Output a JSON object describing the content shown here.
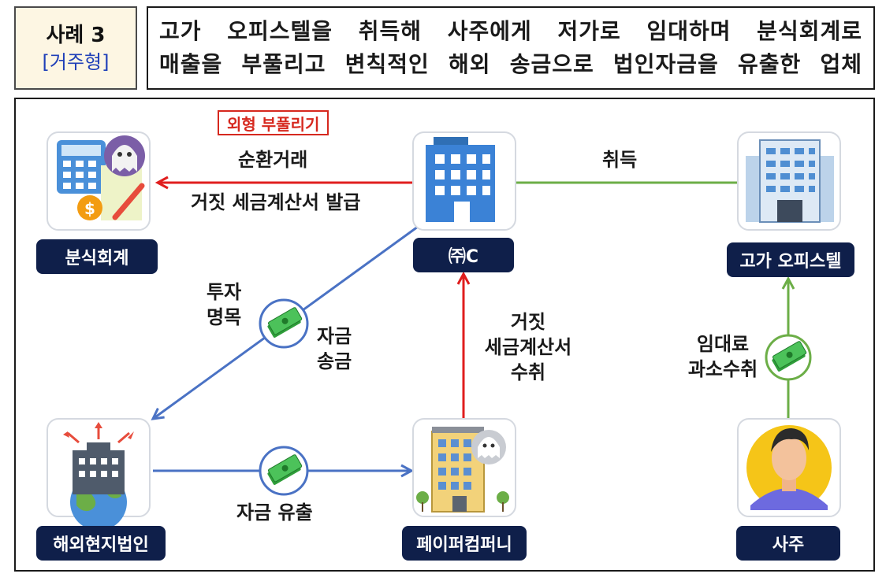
{
  "header": {
    "case_number": "사례 3",
    "case_type": "[거주형]",
    "title_line1": "고가 오피스텔을 취득해 사주에게 저가로 임대하며 분식회계로",
    "title_line2": "매출을 부풀리고 변칙적인 해외 송금으로 법인자금을 유출한 업체"
  },
  "nodes": {
    "accounting": "분식회계",
    "company_c": "㈜C",
    "officetel": "고가 오피스텔",
    "overseas": "해외현지법인",
    "paper": "페이퍼컴퍼니",
    "owner": "사주"
  },
  "edges": {
    "tag": "외형 부풀리기",
    "circular_trade": "순환거래",
    "fake_invoice_issue": "거짓 세금계산서 발급",
    "acquire": "취득",
    "investment_line1": "투자",
    "investment_line2": "명목",
    "remit_line1": "자금",
    "remit_line2": "송금",
    "receive_line1": "거짓",
    "receive_line2": "세금계산서",
    "receive_line3": "수취",
    "rent_line1": "임대료",
    "rent_line2": "과소수취",
    "outflow": "자금 유출"
  },
  "colors": {
    "red_arrow": "#e01e1e",
    "blue_arrow": "#4a72c4",
    "green_arrow": "#6cae47",
    "node_label_bg": "#0f1f4a",
    "case_type_blue": "#1f3fb8"
  },
  "icons": [
    "calculator-ghost-icon",
    "company-building-icon",
    "officetel-building-icon",
    "globe-building-icon",
    "paper-company-building-icon",
    "owner-avatar-icon",
    "money-icon"
  ]
}
